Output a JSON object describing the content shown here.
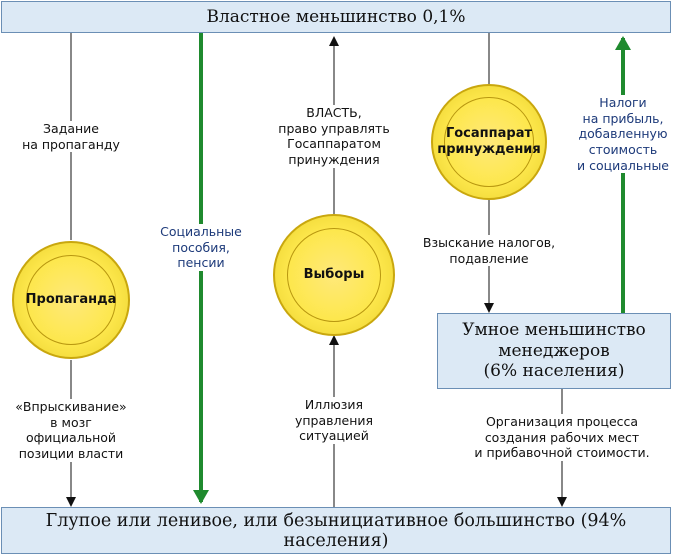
{
  "top_box": "Властное меньшинство 0,1%",
  "bottom_box": "Глупое или ленивое, или безынициативное большинство (94% населения)",
  "middle_box": "Умное меньшинство\nменеджеров\n(6% населения)",
  "circles": {
    "propaganda": "Пропаганда",
    "elections": "Выборы",
    "gosapparat": "Госаппарат\nпринуждения"
  },
  "labels": {
    "task_propaganda": "Задание\nна пропаганду",
    "injection": "«Впрыскивание»\nв мозг официальной\nпозиции власти",
    "social_benefits": "Социальные\nпособия,\nпенсии",
    "power": "ВЛАСТЬ,\nправо управлять\nГосаппаратом\nпринуждения",
    "illusion": "Иллюзия\nуправления\nситуацией",
    "taxes_collection": "Взыскание налогов,\nподавление",
    "taxes": "Налоги\nна прибыль,\nдобавленную\nстоимость\nи социальные",
    "organization": "Организация процесса\nсоздания рабочих мест\nи прибавочной стоимости."
  },
  "colors": {
    "box_fill": "#dce9f5",
    "box_border": "#6b8fb5",
    "circle_fill": "#fde74c",
    "green_arrow": "#1f8a2e",
    "blue_text": "#1d3a7a"
  }
}
